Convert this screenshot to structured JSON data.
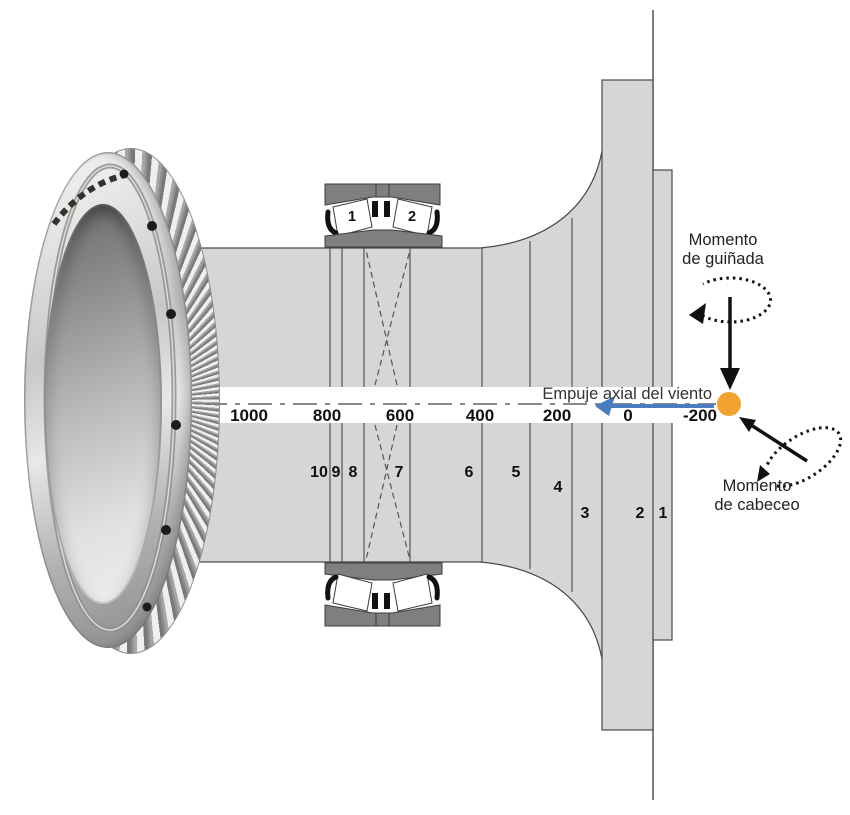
{
  "diagram": {
    "title_hint": "wind turbine main-shaft bearing load diagram",
    "scale": {
      "labels": [
        "1000",
        "800",
        "600",
        "400",
        "200",
        "0",
        "-200"
      ]
    },
    "sections": {
      "labels": [
        "10",
        "9",
        "8",
        "7",
        "6",
        "5",
        "4",
        "3",
        "2",
        "1"
      ]
    },
    "bearing_rows": {
      "row1": "1",
      "row2": "2"
    },
    "annotations": {
      "thrust": "Empuje axial del viento",
      "yaw_line1": "Momento",
      "yaw_line2": "de guiñada",
      "pitch_line1": "Momento",
      "pitch_line2": "de cabeceo"
    },
    "colors": {
      "thrust_arrow": "#4a7dbf",
      "load_point": "#f2a230",
      "shaft_fill": "#d6d6d5",
      "bearing_ring_fill": "#7f7f7f",
      "outline": "#4a4a4a"
    }
  }
}
